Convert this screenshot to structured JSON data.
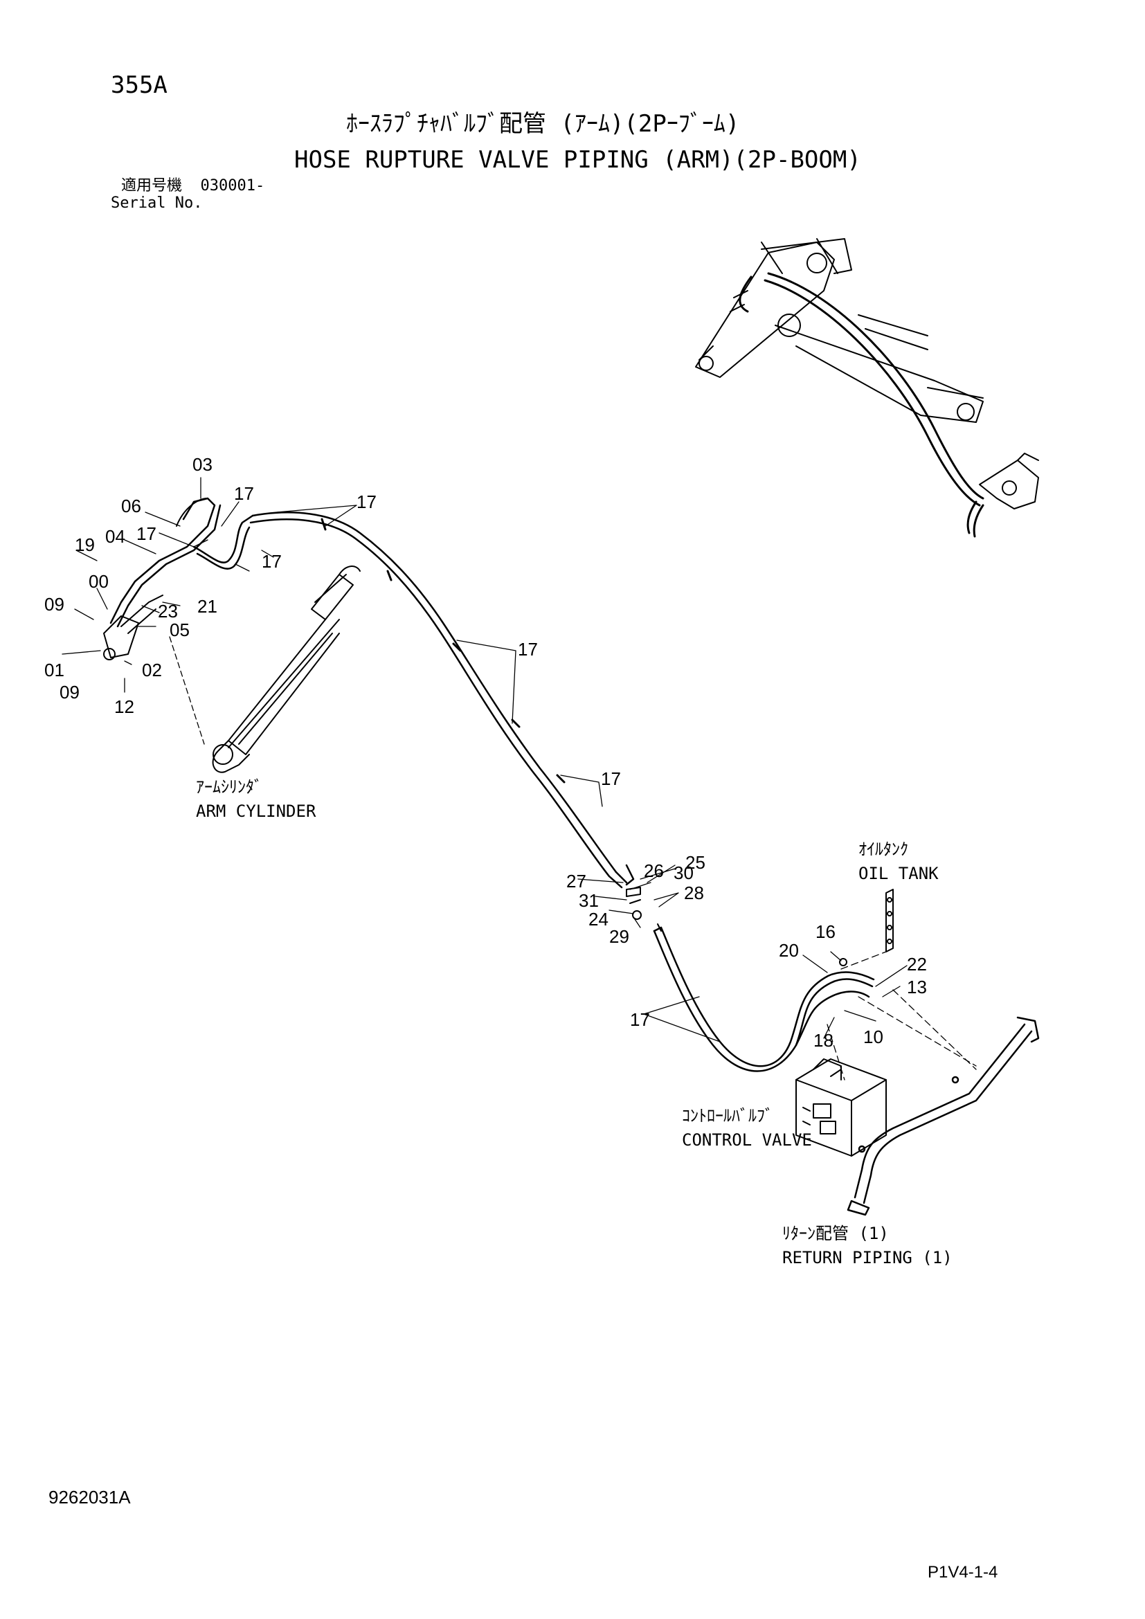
{
  "header": {
    "code": "355A",
    "title_jp": "ﾎｰｽﾗﾌﾟﾁｬﾊﾞﾙﾌﾞ配管 (ｱｰﾑ)(2Pｰﾌﾞｰﾑ)",
    "title_en": "HOSE RUPTURE VALVE PIPING (ARM)(2P-BOOM)",
    "serial_label_jp": "適用号機",
    "serial_value": "030001-",
    "serial_label_en": "Serial No."
  },
  "components": {
    "arm_cylinder_jp": "ｱｰﾑｼﾘﾝﾀﾞ",
    "arm_cylinder_en": "ARM CYLINDER",
    "oil_tank_jp": "ｵｲﾙﾀﾝｸ",
    "oil_tank_en": "OIL TANK",
    "control_valve_jp": "ｺﾝﾄﾛｰﾙﾊﾞﾙﾌﾞ",
    "control_valve_en": "CONTROL VALVE",
    "return_piping_jp": "ﾘﾀｰﾝ配管 (1)",
    "return_piping_en": "RETURN PIPING (1)"
  },
  "part_numbers": [
    "03",
    "17",
    "06",
    "04",
    "17",
    "19",
    "00",
    "09",
    "23",
    "21",
    "05",
    "17",
    "01",
    "02",
    "09",
    "12",
    "17",
    "17",
    "17",
    "26",
    "30",
    "25",
    "27",
    "31",
    "28",
    "24",
    "29",
    "16",
    "20",
    "22",
    "13",
    "17",
    "18",
    "10"
  ],
  "footer": {
    "doc_number": "9262031A",
    "page_ref": "P1V4-1-4"
  },
  "colors": {
    "line": "#000000",
    "background": "#ffffff"
  }
}
